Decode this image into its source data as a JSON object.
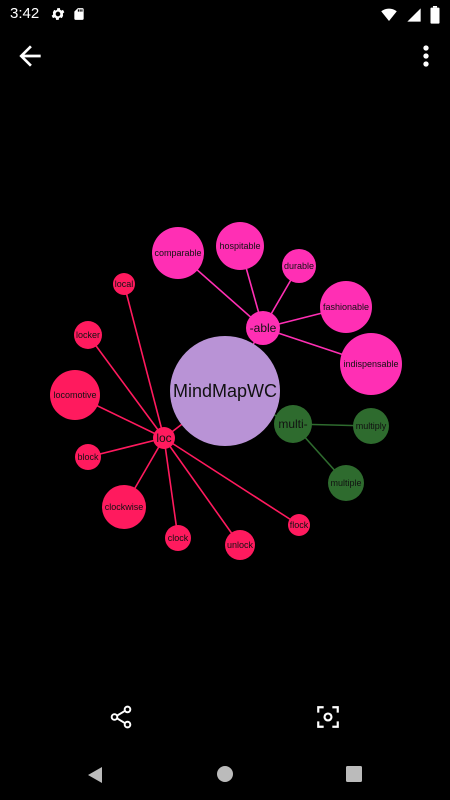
{
  "status_bar": {
    "time": "3:42",
    "icons": [
      "gear-icon",
      "sd-card-icon",
      "wifi-icon",
      "signal-icon",
      "battery-icon"
    ]
  },
  "app_bar": {
    "back_icon": "arrow-left-icon",
    "menu_icon": "more-vertical-icon"
  },
  "mindmap": {
    "center": {
      "label": "MindMapWC",
      "color": "#b993d6"
    },
    "branches": [
      {
        "label": "-able",
        "color": "#ff2fb4",
        "children": [
          "comparable",
          "hospitable",
          "durable",
          "fashionable",
          "indispensable"
        ]
      },
      {
        "label": "multi-",
        "color": "#2e6b2e",
        "children": [
          "multiply",
          "multiple"
        ]
      },
      {
        "label": "loc",
        "color": "#ff1a5e",
        "children": [
          "local",
          "locker",
          "locomotive",
          "block",
          "clockwise",
          "clock",
          "unlock",
          "flock"
        ]
      }
    ]
  },
  "bottom_actions": {
    "share_icon": "share-icon",
    "focus_icon": "center-focus-icon"
  },
  "nav_bar": {
    "icons": [
      "nav-back-icon",
      "nav-home-icon",
      "nav-recents-icon"
    ]
  }
}
